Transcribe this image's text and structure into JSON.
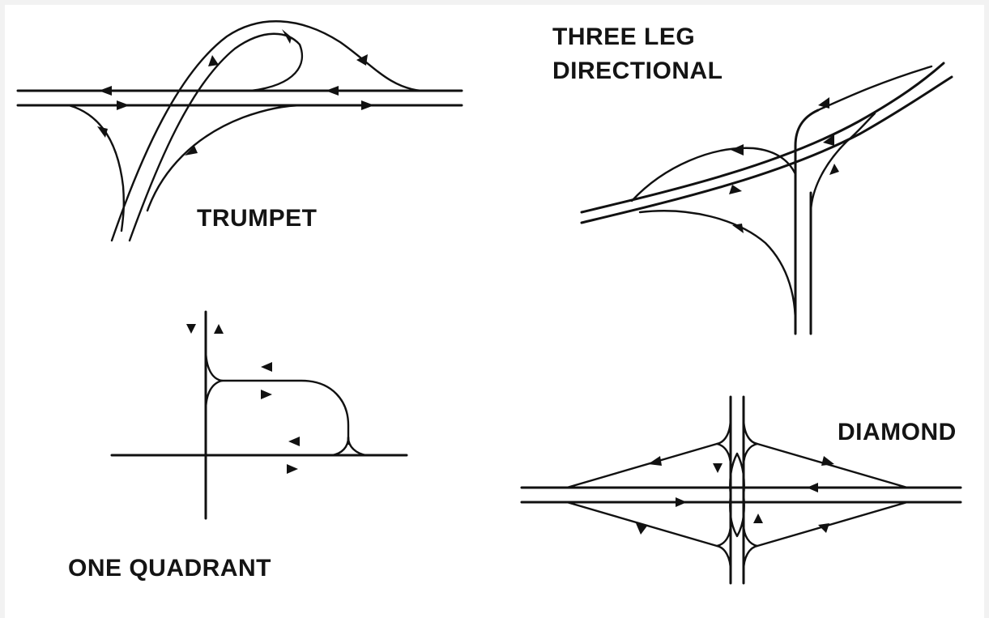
{
  "labels": {
    "trumpet": "TRUMPET",
    "three_leg_line1": "THREE LEG",
    "three_leg_line2": "DIRECTIONAL",
    "one_quadrant": "ONE QUADRANT",
    "diamond": "DIAMOND"
  },
  "colors": {
    "ink": "#111111",
    "background": "#ffffff",
    "frame": "#f2f2f2"
  }
}
